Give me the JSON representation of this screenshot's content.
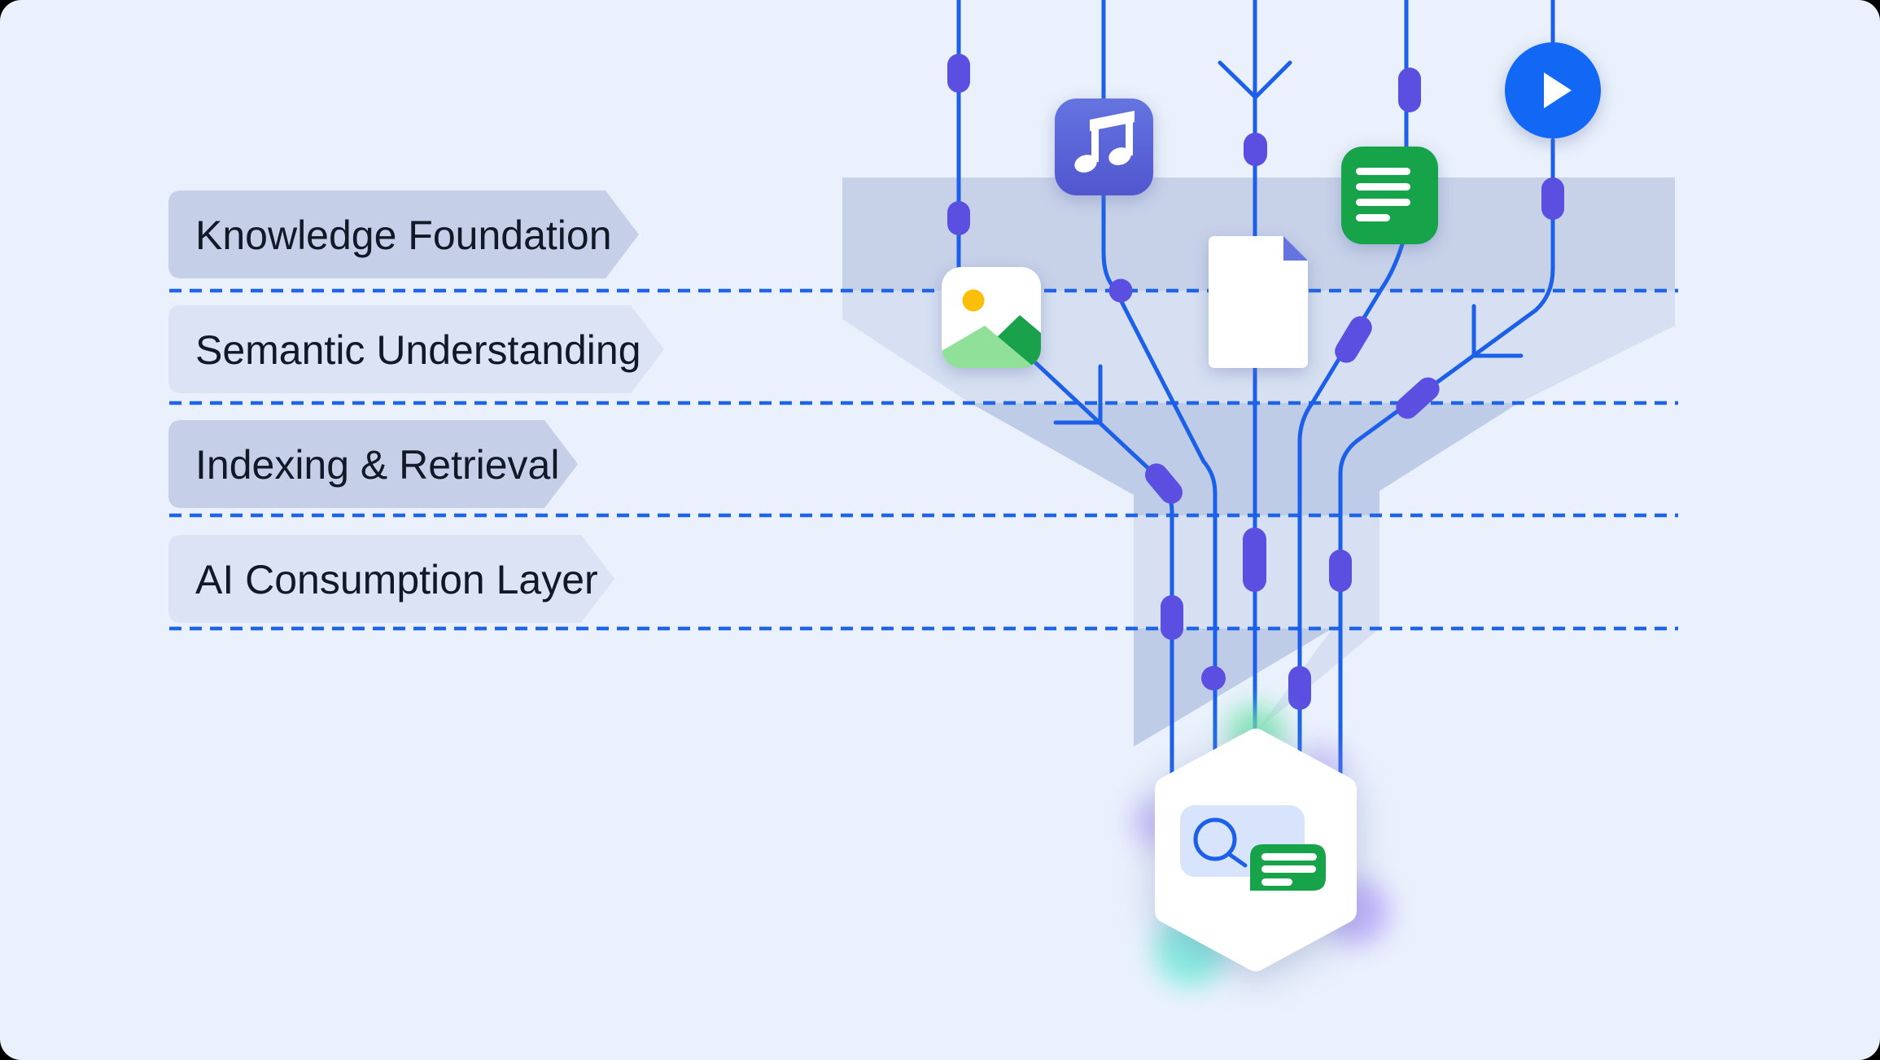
{
  "diagram": {
    "layers": [
      {
        "label": "Knowledge Foundation"
      },
      {
        "label": "Semantic Understanding"
      },
      {
        "label": "Indexing & Retrieval"
      },
      {
        "label": "AI Consumption Layer"
      }
    ],
    "icons": [
      {
        "name": "music-icon"
      },
      {
        "name": "image-icon"
      },
      {
        "name": "page-document-icon"
      },
      {
        "name": "text-document-icon"
      },
      {
        "name": "video-play-icon"
      },
      {
        "name": "search-hexagon-icon"
      },
      {
        "name": "magnifier-icon"
      },
      {
        "name": "chat-text-icon"
      }
    ]
  },
  "colors": {
    "page_bg": "#eaf1fc",
    "accent_line": "#1c5fe8",
    "dashed_line": "#1f63e6",
    "node_pill": "#5a4fe1",
    "funnel_med": "#c7d2e9",
    "funnel_light": "#d6e0f2",
    "funnel_dark": "#bfcce7",
    "chip_dark": "#c5cfe8",
    "chip_light": "#dbe3f4",
    "chip_text": "#111827",
    "music_top": "#6474e0",
    "music_bottom": "#5156cf",
    "doc_green": "#16a34a",
    "play_blue": "#1268f5",
    "page_fold": "#6674e0",
    "sun_yellow": "#fbbf0a",
    "mtn_dark": "#1aa14b",
    "mtn_light": "#90e09a",
    "card_bg": "#d7e4fb",
    "glow_green": "#6ee7a8",
    "glow_teal": "#5eead4",
    "glow_violet": "#a78bfa"
  }
}
